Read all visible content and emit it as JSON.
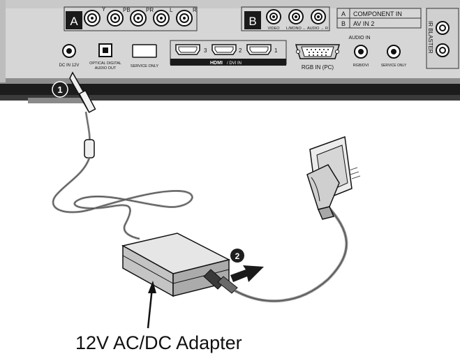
{
  "panel": {
    "group_a": {
      "letter": "A",
      "jack_labels": [
        "Y",
        "PB",
        "PR",
        "L",
        "R"
      ]
    },
    "group_b": {
      "letter": "B",
      "label_video": "VIDEO",
      "label_audio": "L/MONO ← AUDIO → R"
    },
    "legend": {
      "a_key": "A",
      "a_text": "COMPONENT IN",
      "b_key": "B",
      "b_text": "AV IN 2"
    },
    "ir_blaster": "IR BLASTER",
    "dc_in": "DC IN 12V",
    "optical_line1": "OPTICAL DIGITAL",
    "optical_line2": "AUDIO OUT",
    "service_only": "SERVICE ONLY",
    "hdmi_numbers": [
      "3",
      "2",
      "1"
    ],
    "hdmi_logo": "HDMI",
    "hdmi_suffix": "/ DVI IN",
    "rgb_in": "RGB IN (PC)",
    "audio_in": "AUDIO IN",
    "rgb_dvi": "RGB/DVI",
    "service_only_small": "SERVICE ONLY"
  },
  "steps": {
    "step1": "1",
    "step2": "2"
  },
  "caption": "12V AC/DC Adapter",
  "colors": {
    "panel_light": "#d9d9d9",
    "panel_shadow": "#9a9a9a",
    "bezel_dark": "#1a1a1a",
    "cable": "#9c9c9c",
    "adapter": "#b8b8b8",
    "badge": "#1e1e1e"
  }
}
